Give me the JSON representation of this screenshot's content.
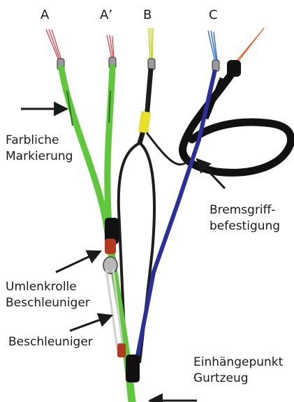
{
  "riser_labels": {
    "a": "A",
    "a_prime": "A’",
    "b": "B",
    "c": "C"
  },
  "callouts": {
    "farbliche_markierung": [
      "Farbliche",
      "Markierung"
    ],
    "bremsgriff_befestigung": [
      "Bremsgriff-",
      "befestigung"
    ],
    "umlenkrolle": [
      "Umlenkrolle",
      "Beschleuniger"
    ],
    "beschleuniger": "Beschleuniger",
    "einhaengepunkt": [
      "Einhängepunkt",
      "Gurtzeug"
    ]
  },
  "colors": {
    "a_risers": "#5fc83a",
    "b_riser": "#1d1d1d",
    "c_riser": "#2b2f9a",
    "brake_handle": "#111111",
    "a_lines": "#d9343a",
    "b_lines": "#c7d630",
    "c_lines": "#3c7ad2",
    "brake_line": "#e8602a",
    "b_band": "#e8df2a",
    "arrow": "#1a1a1a"
  }
}
